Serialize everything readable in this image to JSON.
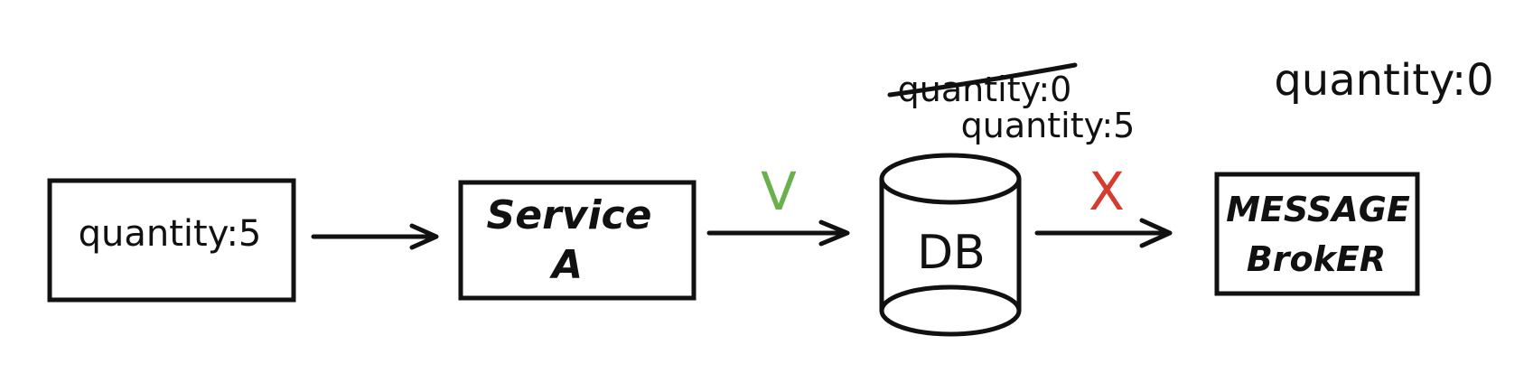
{
  "nodes": {
    "input": {
      "label": "quantity:5"
    },
    "service_a": {
      "line1": "Service",
      "line2": "A"
    },
    "db": {
      "label": "DB",
      "crossed_label": "quantity:0",
      "new_label": "quantity:5"
    },
    "broker": {
      "line1": "MESSAGE",
      "line2": "BrokER",
      "label": "quantity:0"
    }
  },
  "marks": {
    "success_mark": {
      "glyph": "V",
      "color": "#6ab04c"
    },
    "fail_mark": {
      "glyph": "X",
      "color": "#d63b2f"
    }
  },
  "colors": {
    "ink": "#111111",
    "success": "#6ab04c",
    "fail": "#d63b2f"
  }
}
